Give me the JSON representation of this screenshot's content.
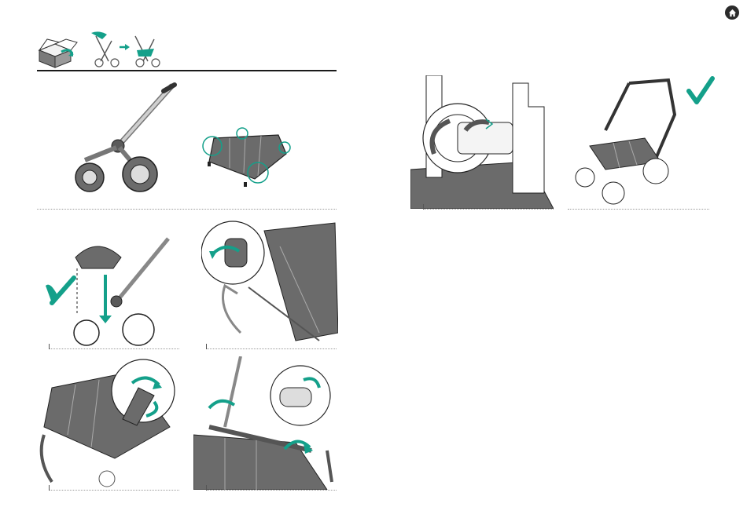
{
  "navigation": {
    "home_button_icon": "home-icon"
  },
  "header": {
    "icons": [
      "box-unpack-icon",
      "stroller-frame-icon",
      "arrow-right-icon",
      "stroller-seat-attach-icon"
    ]
  },
  "colors": {
    "accent": "#14a08a",
    "dark_gray": "#6b6b6b",
    "line": "#2a2a2a",
    "divider": "#9a9a9a"
  },
  "steps": [
    {
      "id": "chassis",
      "icon": "stroller-chassis-illustration"
    },
    {
      "id": "bassinet-base",
      "icon": "bassinet-base-illustration"
    },
    {
      "id": "place-seat",
      "icon": "place-seat-illustration",
      "mark": "checkmark-icon"
    },
    {
      "id": "clip-detail",
      "icon": "clip-detail-illustration"
    },
    {
      "id": "rotate-lock",
      "icon": "rotate-lock-illustration"
    },
    {
      "id": "twist-clamp",
      "icon": "twist-clamp-illustration"
    },
    {
      "id": "clamp-closeup",
      "icon": "clamp-closeup-illustration"
    },
    {
      "id": "assembled",
      "icon": "assembled-stroller-illustration",
      "mark": "checkmark-icon"
    }
  ]
}
